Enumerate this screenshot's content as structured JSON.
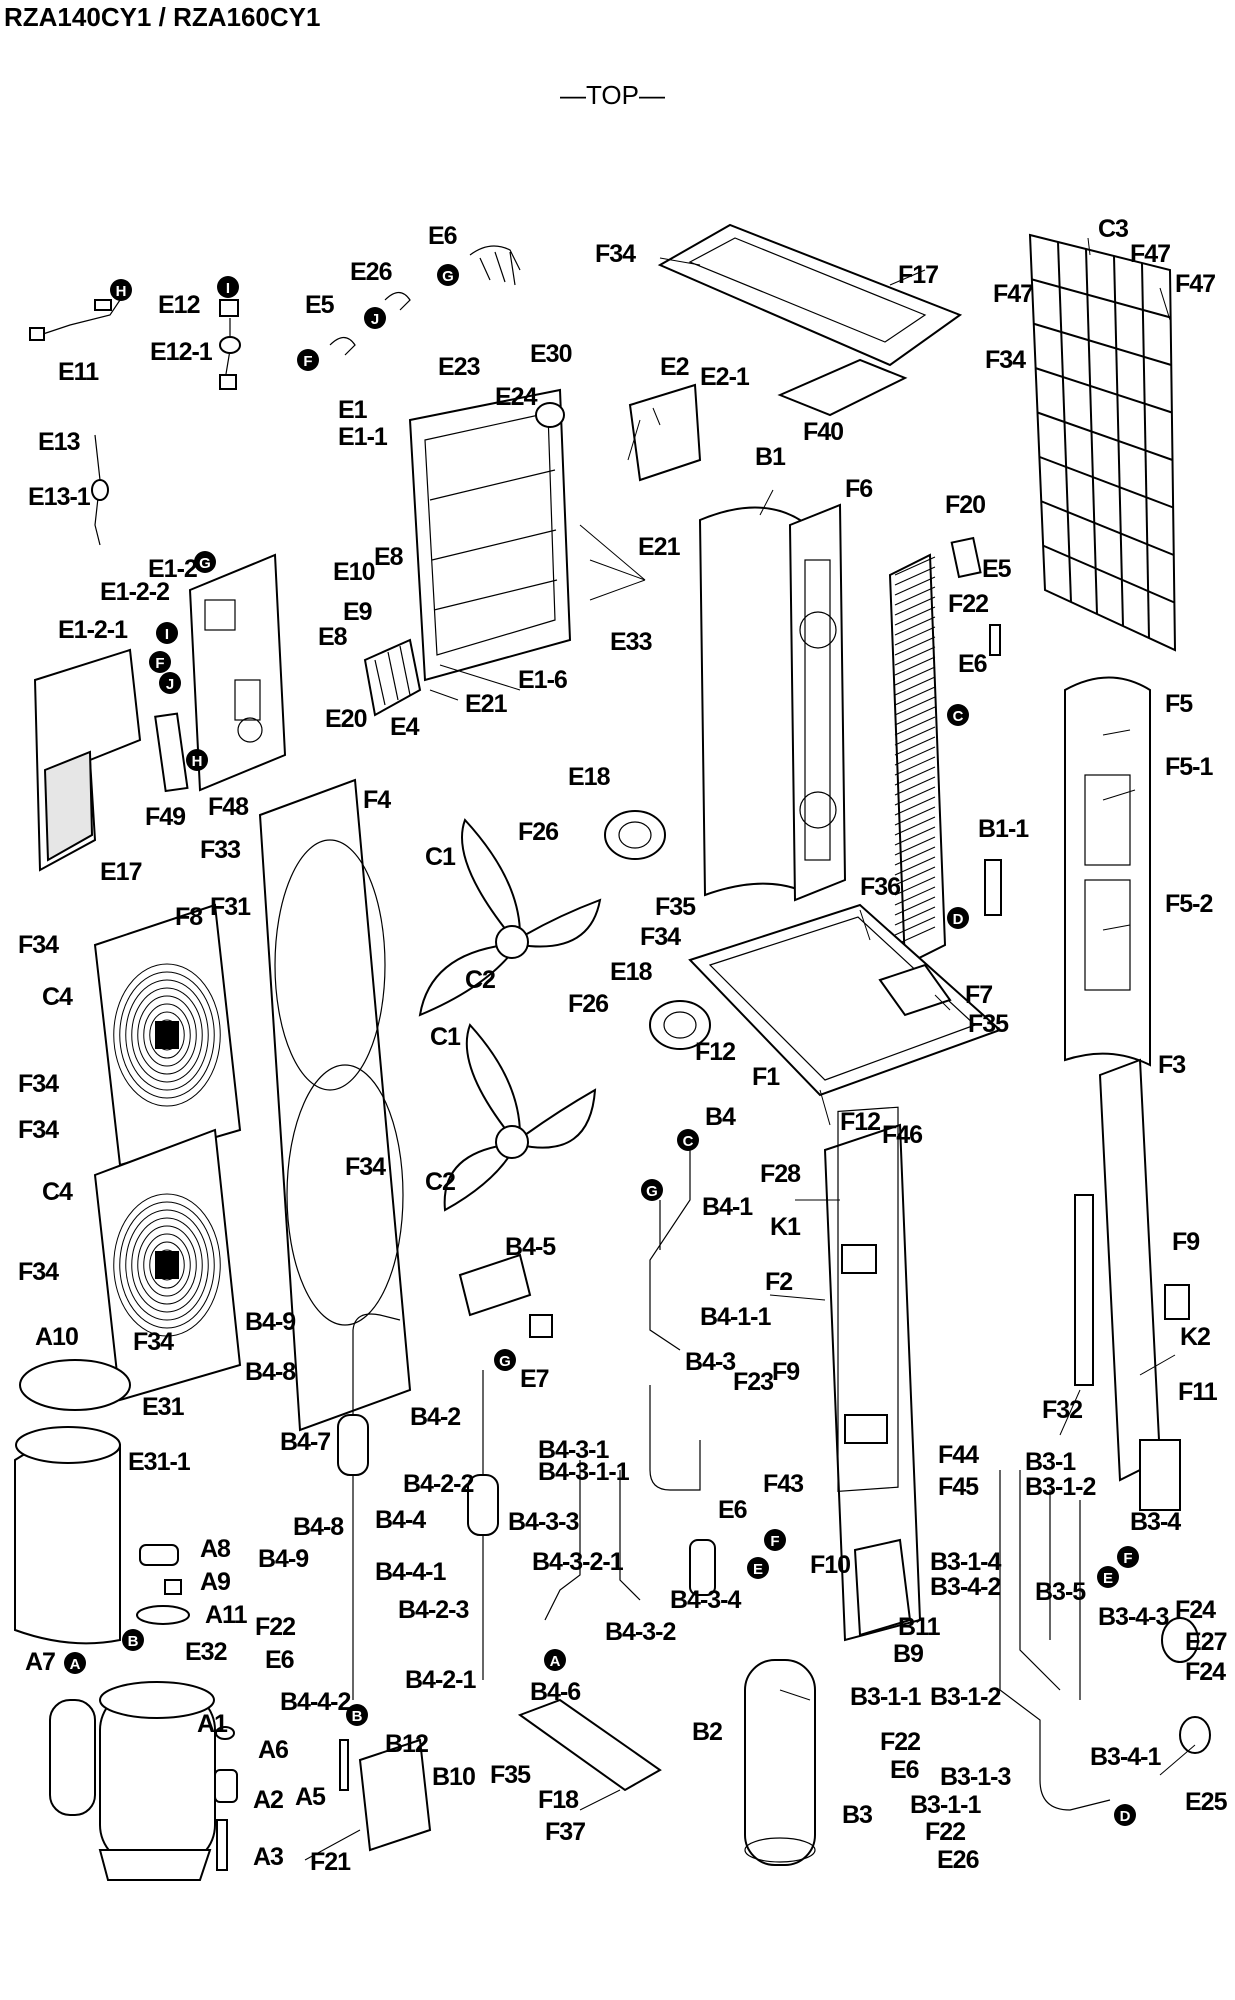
{
  "header": {
    "model": "RZA140CY1 / RZA160CY1",
    "view": "—TOP—"
  },
  "markers": {
    "A": "A",
    "B": "B",
    "C": "C",
    "D": "D",
    "E": "E",
    "F": "F",
    "G": "G",
    "H": "H",
    "I": "I",
    "J": "J"
  },
  "labels": {
    "E6": "E6",
    "F34": "F34",
    "E26": "E26",
    "F17": "F17",
    "C3": "C3",
    "F47": "F47",
    "E11": "E11",
    "E12": "E12",
    "E12_1": "E12-1",
    "E5": "E5",
    "E23": "E23",
    "E30": "E30",
    "E2": "E2",
    "E2_1": "E2-1",
    "E13": "E13",
    "E13_1": "E13-1",
    "E1": "E1",
    "E1_1": "E1-1",
    "E24": "E24",
    "F40": "F40",
    "B1": "B1",
    "F6": "F6",
    "E21": "E21",
    "F20": "F20",
    "E1_2": "E1-2",
    "E1_2_2": "E1-2-2",
    "E1_2_1": "E1-2-1",
    "E10": "E10",
    "E8": "E8",
    "E9": "E9",
    "F22": "F22",
    "E1_6": "E1-6",
    "E33": "E33",
    "E20": "E20",
    "E4": "E4",
    "F5": "F5",
    "F5_1": "F5-1",
    "F5_2": "F5-2",
    "E17": "E17",
    "F49": "F49",
    "F48": "F48",
    "F33": "F33",
    "F4": "F4",
    "E18": "E18",
    "F26": "F26",
    "C1": "C1",
    "B1_1": "B1-1",
    "F36": "F36",
    "F35": "F35",
    "C4": "C4",
    "F8": "F8",
    "F31": "F31",
    "C2": "C2",
    "F7": "F7",
    "F12": "F12",
    "F1": "F1",
    "F3": "F3",
    "B4": "B4",
    "F46": "F46",
    "F28": "F28",
    "B4_1": "B4-1",
    "K1": "K1",
    "F9": "F9",
    "B4_5": "B4-5",
    "F2": "F2",
    "B4_1_1": "B4-1-1",
    "B4_9": "B4-9",
    "A10": "A10",
    "B4_8": "B4-8",
    "E7": "E7",
    "K2": "K2",
    "B4_3": "B4-3",
    "F23": "F23",
    "E31": "E31",
    "B4_2": "B4-2",
    "F32": "F32",
    "F11": "F11",
    "B4_7": "B4-7",
    "B4_3_1": "B4-3-1",
    "B4_3_1_1": "B4-3-1-1",
    "F44": "F44",
    "B3_1": "B3-1",
    "B3_1_2": "B3-1-2",
    "E31_1": "E31-1",
    "B4_2_2": "B4-2-2",
    "F43": "F43",
    "F45": "F45",
    "B3_4": "B3-4",
    "B4_4": "B4-4",
    "B4_3_3": "B4-3-3",
    "A8": "A8",
    "A9": "A9",
    "A11": "A11",
    "B4_3_2_1": "B4-3-2-1",
    "F10": "F10",
    "B3_1_4": "B3-1-4",
    "B4_4_1": "B4-4-1",
    "B4_3_4": "B4-3-4",
    "B3_4_2": "B3-4-2",
    "B3_5": "B3-5",
    "B3_4_3": "B3-4-3",
    "F24": "F24",
    "B4_2_3": "B4-2-3",
    "B4_3_2": "B4-3-2",
    "B11": "B11",
    "E27": "E27",
    "A7": "A7",
    "E32": "E32",
    "B9": "B9",
    "B4_4_2": "B4-4-2",
    "B4_2_1": "B4-2-1",
    "B4_6": "B4-6",
    "B3_1_1": "B3-1-1",
    "B3_1_2b": "B3-1-2",
    "A1": "A1",
    "B12": "B12",
    "B2": "B2",
    "A6": "A6",
    "B10": "B10",
    "B3_4_1": "B3-4-1",
    "E25": "E25",
    "A5": "A5",
    "A2": "A2",
    "B3_1_3": "B3-1-3",
    "B3": "B3",
    "B3_1_1b": "B3-1-1",
    "F18": "F18",
    "F37": "F37",
    "A3": "A3",
    "F21": "F21",
    "E26b": "E26"
  }
}
